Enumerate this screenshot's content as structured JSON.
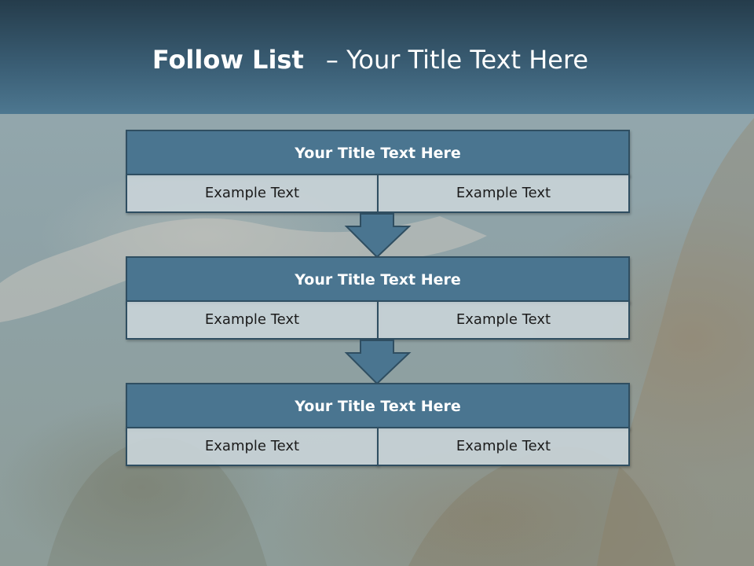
{
  "slide": {
    "title_bold": "Follow List",
    "title_separator": "–",
    "title_rest": "Your Title Text Here"
  },
  "steps": [
    {
      "title": "Your Title Text Here",
      "left_text": "Example Text",
      "right_text": "Example Text"
    },
    {
      "title": "Your Title Text Here",
      "left_text": "Example Text",
      "right_text": "Example Text"
    },
    {
      "title": "Your Title Text Here",
      "left_text": "Example Text",
      "right_text": "Example Text"
    }
  ],
  "colors": {
    "header_band": "#3b5f76",
    "box_fill": "#4a7590",
    "box_border": "#2f4e61",
    "cell_fill": "#c8d2d7"
  },
  "icons": {
    "flow_arrow": "down-arrow-icon"
  }
}
